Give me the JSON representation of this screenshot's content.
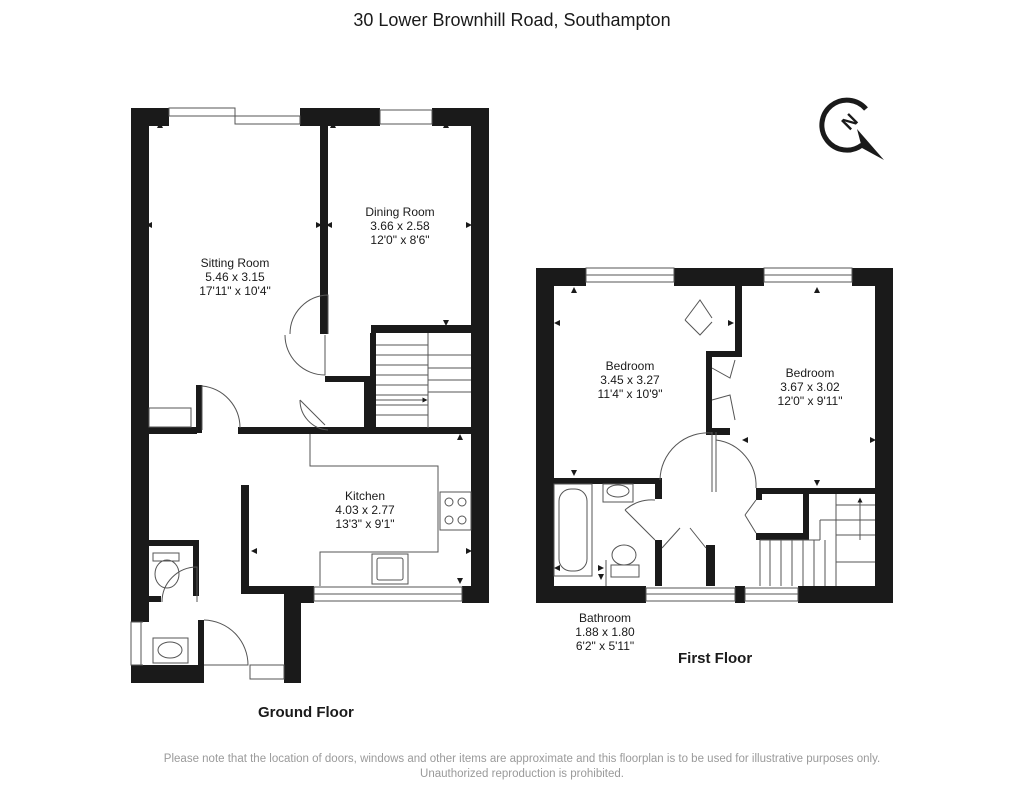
{
  "title": "30 Lower Brownhill Road, Southampton",
  "compass": {
    "label": "N",
    "icon": "north-compass-icon"
  },
  "ground_floor": {
    "name": "Ground Floor",
    "rooms": [
      {
        "id": "sitting-room",
        "name": "Sitting Room",
        "metric": "5.46 x 3.15",
        "imperial": "17'11\" x 10'4\""
      },
      {
        "id": "dining-room",
        "name": "Dining Room",
        "metric": "3.66 x 2.58",
        "imperial": "12'0\" x 8'6\""
      },
      {
        "id": "kitchen",
        "name": "Kitchen",
        "metric": "4.03 x 2.77",
        "imperial": "13'3\" x 9'1\""
      }
    ]
  },
  "first_floor": {
    "name": "First Floor",
    "rooms": [
      {
        "id": "bedroom-1",
        "name": "Bedroom",
        "metric": "3.45 x 3.27",
        "imperial": "11'4\" x 10'9\""
      },
      {
        "id": "bedroom-2",
        "name": "Bedroom",
        "metric": "3.67 x 3.02",
        "imperial": "12'0\" x 9'11\""
      },
      {
        "id": "bathroom",
        "name": "Bathroom",
        "metric": "1.88 x 1.80",
        "imperial": "6'2\" x 5'11\""
      }
    ]
  },
  "disclaimer": "Please note that the location of doors, windows and other items are approximate and this floorplan is to be used for illustrative purposes only. Unauthorized reproduction is prohibited.",
  "colors": {
    "wall": "#1a1a1a",
    "thin_line": "#555555",
    "disclaimer_text": "#9a9a9a"
  }
}
